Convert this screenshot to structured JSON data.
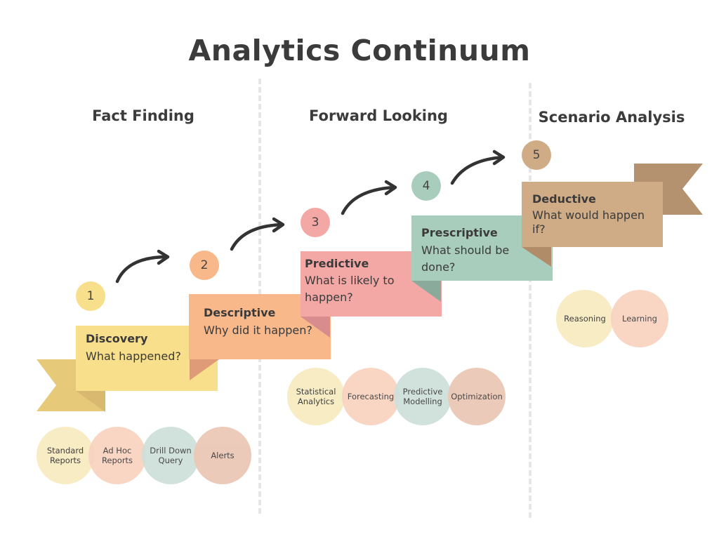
{
  "title": "Analytics Continuum",
  "sections": [
    "Fact Finding",
    "Forward Looking",
    "Scenario Analysis"
  ],
  "steps": [
    {
      "number": "1",
      "name": "Discovery",
      "question": "What happened?",
      "color": "#f7df8c",
      "fold": "#d9b970"
    },
    {
      "number": "2",
      "name": "Descriptive",
      "question": "Why did it happen?",
      "color": "#f8b88a",
      "fold": "#df9a78"
    },
    {
      "number": "3",
      "name": "Predictive",
      "question": "What is likely to happen?",
      "color": "#f4a8a6",
      "fold": "#d98c8e"
    },
    {
      "number": "4",
      "name": "Prescriptive",
      "question": "What should be done?",
      "color": "#a9cdbd",
      "fold": "#8aaa9c"
    },
    {
      "number": "5",
      "name": "Deductive",
      "question": "What would happen if?",
      "color": "#d0ac86",
      "fold": "#b08c68"
    }
  ],
  "groups": [
    {
      "items": [
        "Standard Reports",
        "Ad Hoc Reports",
        "Drill Down Query",
        "Alerts"
      ]
    },
    {
      "items": [
        "Statistical Analytics",
        "Forecasting",
        "Predictive Modelling",
        "Optimization"
      ]
    },
    {
      "items": [
        "Reasoning",
        "Learning"
      ]
    }
  ],
  "colors": {
    "yellow_soft": "#f8ecc4",
    "peach_soft": "#f9d3c0",
    "teal_soft": "#cfe0db",
    "brown_soft": "#ecc8b6",
    "ribbon_left": "#e6c979",
    "ribbon_right": "#b4916f",
    "arrow": "#333333"
  }
}
